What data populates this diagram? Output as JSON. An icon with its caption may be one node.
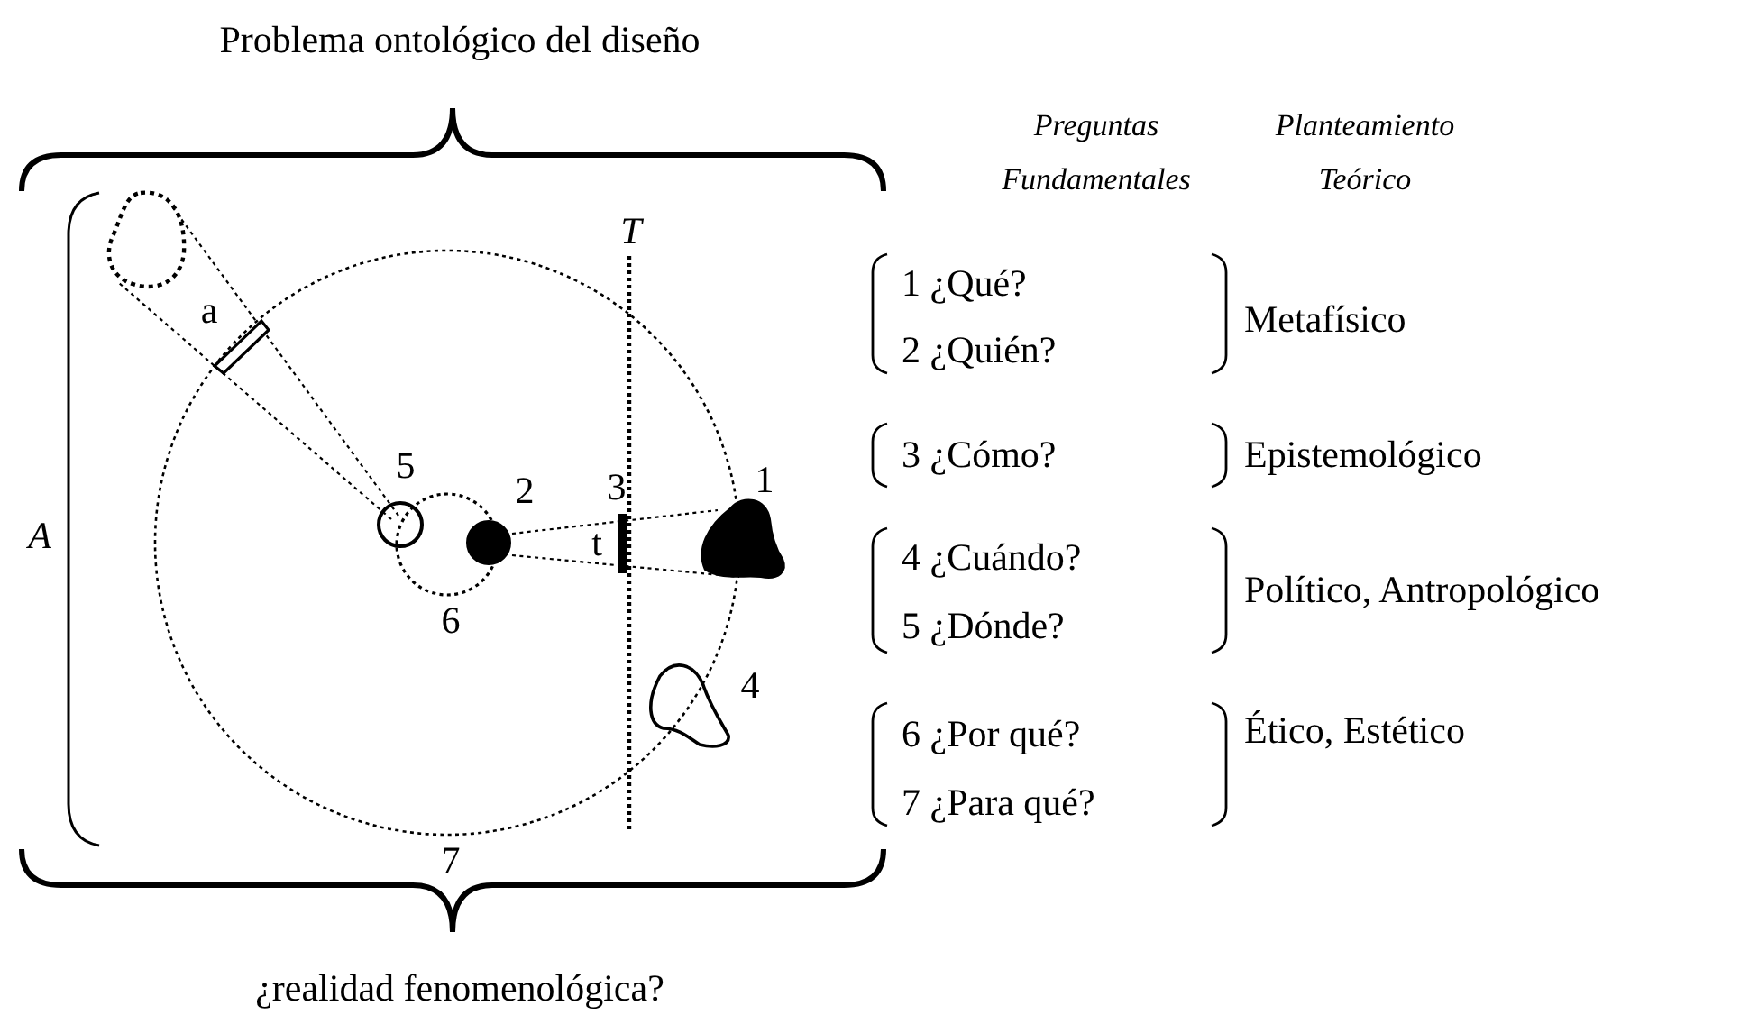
{
  "diagram": {
    "title": "Problema ontológico del diseño",
    "caption": "¿realidad fenomenológica?",
    "labels": [
      "T",
      "a",
      "5",
      "2",
      "3",
      "1",
      "A",
      "t",
      "6",
      "4",
      "7",
      "Preguntas Fundamentales",
      "Planteamiento Teórico",
      "1 ¿Qué?",
      "2 ¿Quién?",
      "Metafísico",
      "3 ¿Cómo?",
      "Epistemológico",
      "4 ¿Cuándo?",
      "5 ¿Dónde?",
      "Político, Antropológico",
      "6 ¿Por qué?",
      "7 ¿Para qué?",
      "Ético, Estético"
    ]
  }
}
